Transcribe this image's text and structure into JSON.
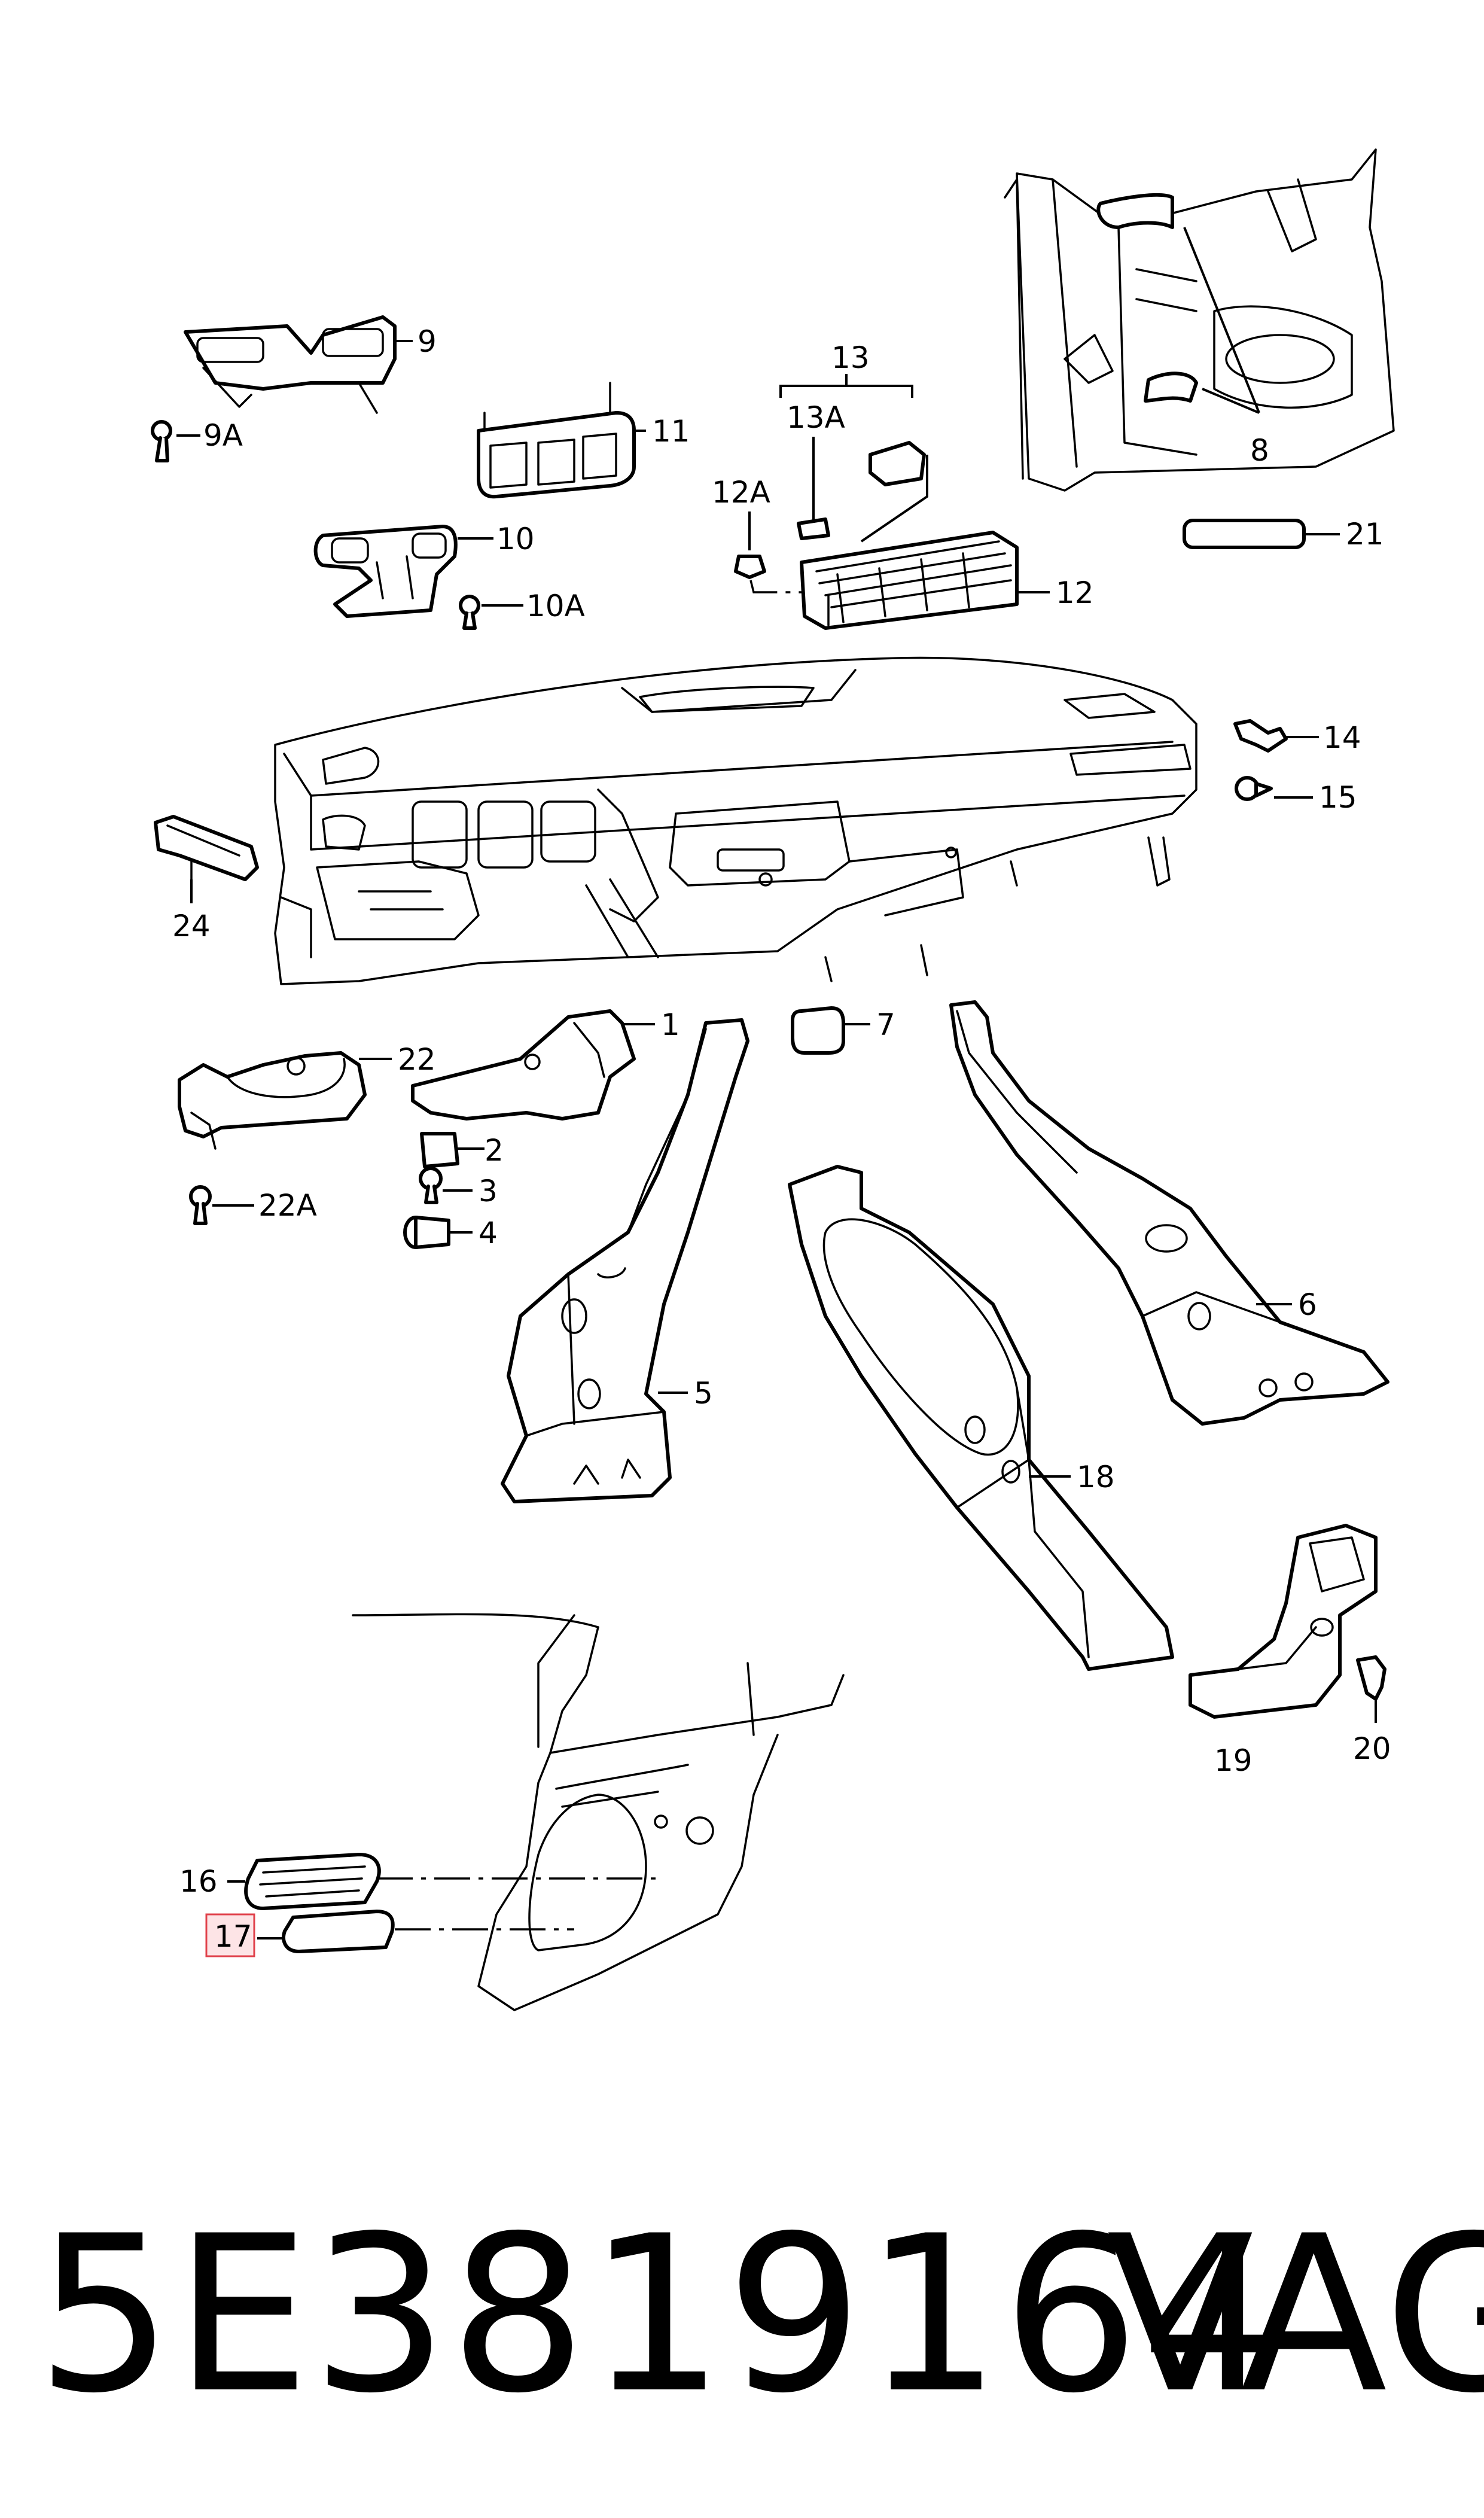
{
  "callouts": {
    "c1": "1",
    "c2": "2",
    "c3": "3",
    "c4": "4",
    "c5": "5",
    "c6": "6",
    "c7": "7",
    "c8": "8",
    "c9": "9",
    "c9a": "9A",
    "c10": "10",
    "c10a": "10A",
    "c11": "11",
    "c12": "12",
    "c12a": "12A",
    "c13": "13",
    "c13a": "13A",
    "c14": "14",
    "c15": "15",
    "c16": "16",
    "c17": "17",
    "c18": "18",
    "c19": "19",
    "c20": "20",
    "c21": "21",
    "c22": "22",
    "c22a": "22A",
    "c24": "24"
  },
  "highlighted_callout": "17",
  "colors": {
    "highlight_fill": "#fde4e6",
    "highlight_border": "#e0404a",
    "line": "#000000"
  },
  "footer": {
    "part_number": "5E3819164",
    "brand": "VAG"
  }
}
